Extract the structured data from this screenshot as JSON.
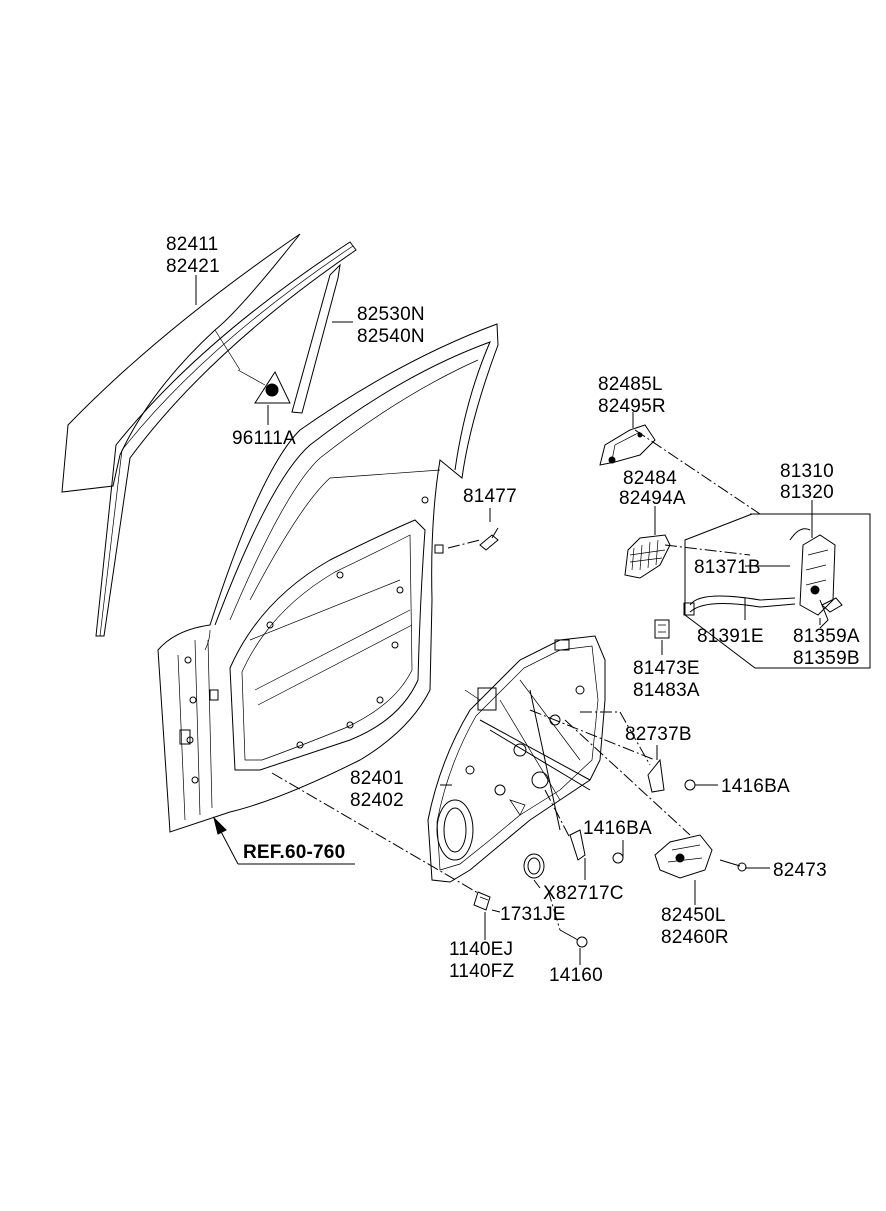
{
  "diagram": {
    "labels": {
      "glass": [
        "82411",
        "82421"
      ],
      "channel": [
        "82530N",
        "82540N"
      ],
      "sticker": "96111A",
      "bolt_81477": "81477",
      "bracket_upper": [
        "82485L",
        "82495R"
      ],
      "bracket_handle": [
        "82484",
        "82494A"
      ],
      "latch": [
        "81310",
        "81320"
      ],
      "cable_upper": "81371B",
      "cable_lower": "81391E",
      "clip": [
        "81359A",
        "81359B"
      ],
      "striker": [
        "81473E",
        "81483A"
      ],
      "bracket_82737": "82737B",
      "nut_upper": "1416BA",
      "nut_lower": "1416BA",
      "panel": [
        "82401",
        "82402"
      ],
      "motor_bolt": "82473",
      "grommet": "X82717C",
      "plug": "1731JE",
      "regulator_motor": [
        "82450L",
        "82460R"
      ],
      "screw_1140": [
        "1140EJ",
        "1140FZ"
      ],
      "bolt_14160": "14160",
      "reference": "REF.60-760"
    }
  }
}
